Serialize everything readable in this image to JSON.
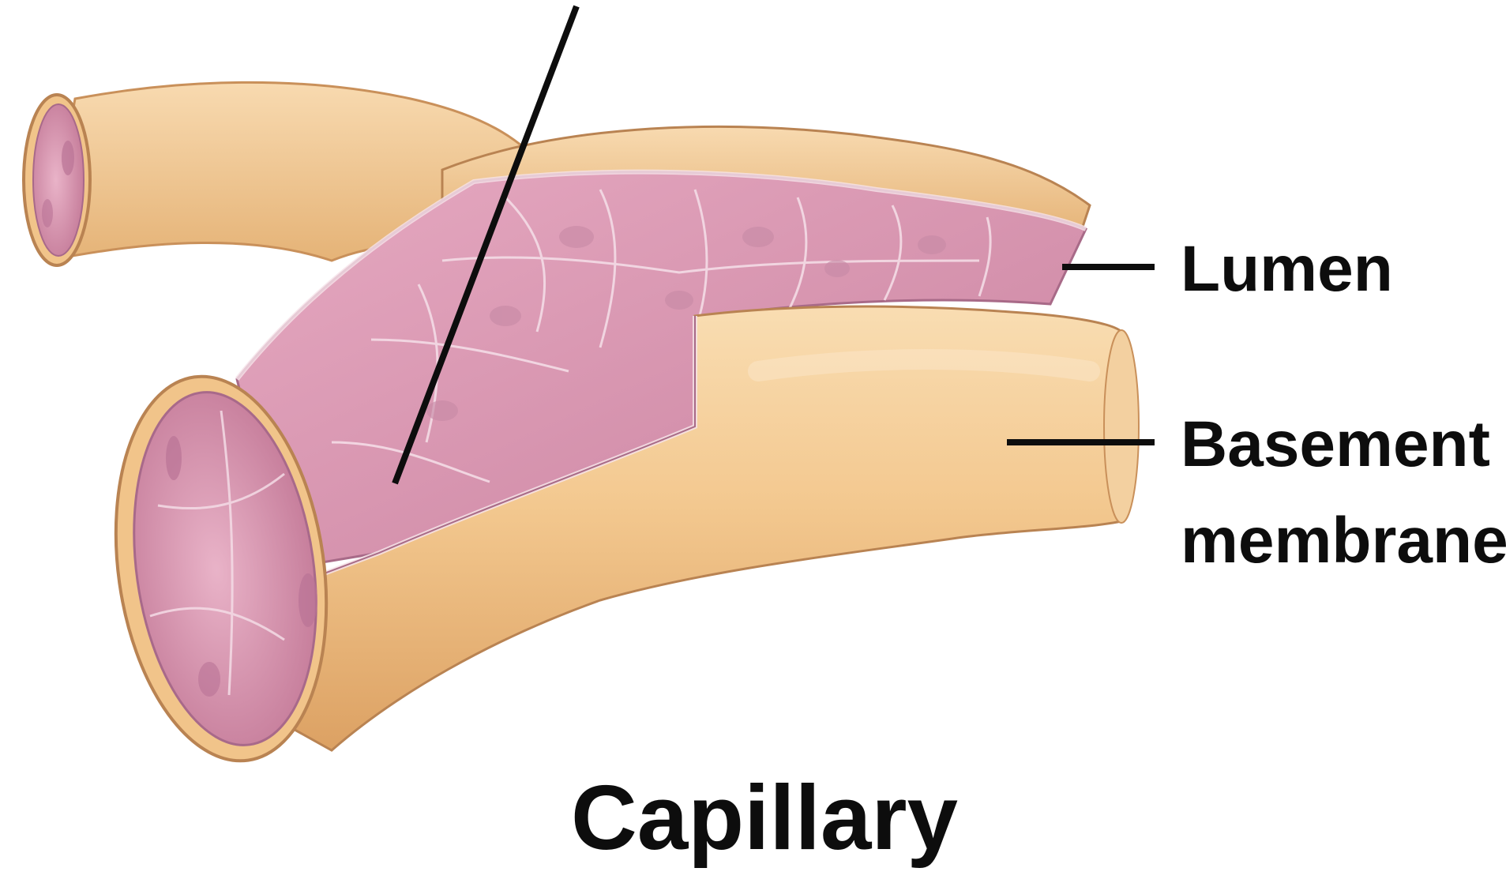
{
  "diagram": {
    "labels": {
      "lumen": "Lumen",
      "basement_line1": "Basement",
      "basement_line2": "membrane"
    },
    "caption": "Capillary"
  },
  "colors": {
    "background": "#ffffff",
    "membrane_outer": "#f2c688",
    "membrane_light": "#f8dcb0",
    "membrane_shadow": "#d99e5c",
    "endothelium": "#dc9ab4",
    "endothelium_light": "#ecbfd0",
    "endothelium_dark": "#b9789a",
    "cell_border": "#f4dce6",
    "leader_line": "#0d0d0d"
  }
}
